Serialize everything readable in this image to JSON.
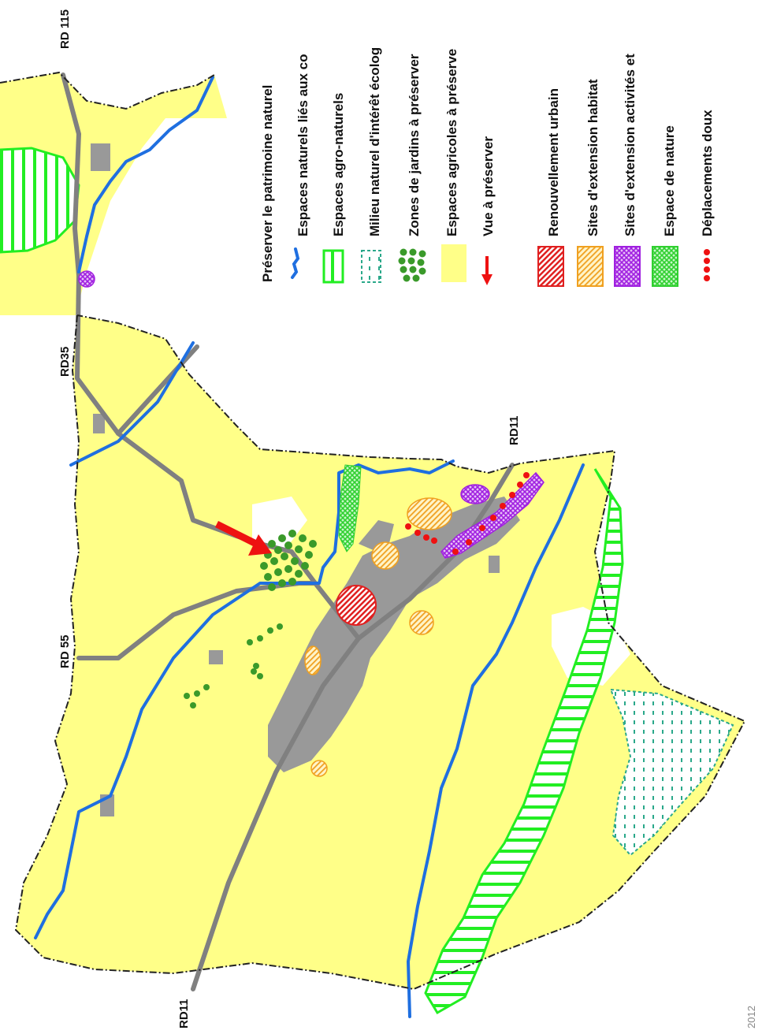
{
  "roads": {
    "rd115": "RD 115",
    "rd35": "RD35",
    "rd55": "RD 55",
    "rd11_east": "RD11",
    "rd11_west": "RD11"
  },
  "footer": {
    "year": "2012"
  },
  "legend": {
    "heading": "Préserver le patrimoine naturel",
    "items_nature": [
      {
        "label": "Espaces naturels liés aux co",
        "icon": "river-line-swatch",
        "color": "#1f6fe0"
      },
      {
        "label": "Espaces agro-naturels",
        "icon": "green-hatch-swatch",
        "color": "#22ee22"
      },
      {
        "label": "Milieu naturel d'intérêt écolog",
        "icon": "teal-dashed-swatch",
        "color": "#2aa88a"
      },
      {
        "label": "Zones de jardins à préserver",
        "icon": "garden-dots-swatch",
        "color": "#3a9a2a"
      },
      {
        "label": "Espaces agricoles à préserve",
        "icon": "yellow-swatch",
        "color": "#ffff88"
      },
      {
        "label": "Vue à préserver",
        "icon": "red-arrow-swatch",
        "color": "#ee1111"
      }
    ],
    "items_urban": [
      {
        "label": "Renouvellement urbain",
        "icon": "red-hatch-swatch",
        "color": "#e02020"
      },
      {
        "label": "Sites d'extension habitat",
        "icon": "orange-hatch-swatch",
        "color": "#f0a020"
      },
      {
        "label": "Sites d'extension activités et",
        "icon": "purple-hatch-swatch",
        "color": "#a020e0"
      },
      {
        "label": "Espace de nature",
        "icon": "green-crosshatch-swatch",
        "color": "#30d030"
      },
      {
        "label": "Déplacements doux",
        "icon": "red-dots-swatch",
        "color": "#ee1111"
      }
    ]
  },
  "colors": {
    "agricultural": "#ffff88",
    "urban": "#999999",
    "road": "#808080",
    "river": "#1f6fe0",
    "boundary": "#222222"
  }
}
